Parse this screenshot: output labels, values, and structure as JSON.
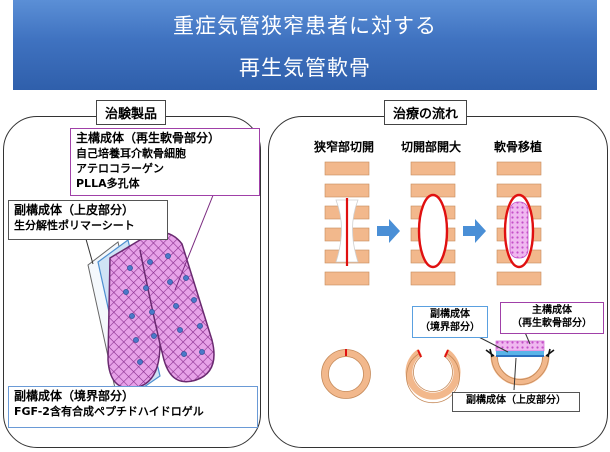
{
  "header": {
    "title_line1": "重症気管狭窄患者に対する",
    "title_line2": "再生気管軟骨"
  },
  "left_panel": {
    "title": "治験製品",
    "main_box": {
      "heading": "主構成体（再生軟骨部分）",
      "lines": [
        "自己培養耳介軟骨細胞",
        "アテロコラーゲン",
        "PLLA多孔体"
      ]
    },
    "upper_box": {
      "heading": "副構成体（上皮部分）",
      "lines": [
        "生分解性ポリマーシート"
      ]
    },
    "lower_box": {
      "heading": "副構成体（境界部分）",
      "lines": [
        "FGF-2含有合成ペプチドハイドロゲル"
      ]
    }
  },
  "right_panel": {
    "title": "治療の流れ",
    "steps": [
      "狭窄部切開",
      "切開部開大",
      "軟骨移植"
    ],
    "callout_boundary": [
      "副構成体",
      "（境界部分）"
    ],
    "callout_main": [
      "主構成体",
      "（再生軟骨部分）"
    ],
    "callout_epithelium": "副構成体（上皮部分）"
  },
  "colors": {
    "banner": "#3f72c0",
    "cartilage_ring": "#f2b88c",
    "incision": "#e01010",
    "main_construct": "#e39be6",
    "boundary_layer": "#5ab4e8",
    "epithelium_sheet": "#cfe3f5",
    "arrow": "#4a8fd6"
  }
}
